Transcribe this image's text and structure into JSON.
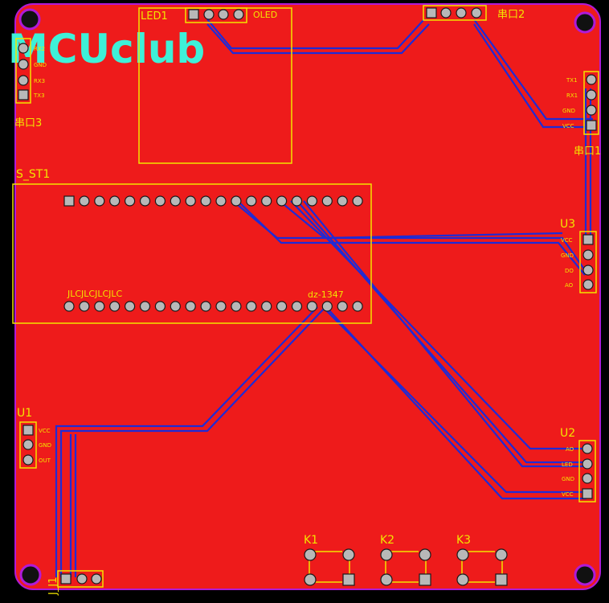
{
  "logo": "MCUclub",
  "designators": {
    "led1": "LED1",
    "oled": "OLED",
    "port2": "串口2",
    "port3": "串口3",
    "port1": "串口1",
    "s_st1": "S_ST1",
    "u3": "U3",
    "u1": "U1",
    "u2": "U2",
    "j1": "J_J1",
    "k1": "K1",
    "k2": "K2",
    "k3": "K3",
    "jlc": "JLCJLCJLCJLC",
    "dz": "dz-1347"
  },
  "port3_pins": [
    "RX2",
    "GND",
    "RX3",
    "TX3"
  ],
  "port1_pins": [
    "TX1",
    "RX1",
    "GND",
    "VCC"
  ],
  "u1_pins": [
    "VCC",
    "GND",
    "OUT"
  ],
  "u2_pins": [
    "AO",
    "LED",
    "GND",
    "VCC"
  ],
  "u3_pins": [
    "VCC",
    "GND",
    "DO",
    "AO"
  ],
  "colors": {
    "board": "#ee1b1b",
    "silkscreen": "#f2e400",
    "trace": "#1f2bd6",
    "outline": "#b01ad8",
    "logo": "#3ef0d8"
  }
}
